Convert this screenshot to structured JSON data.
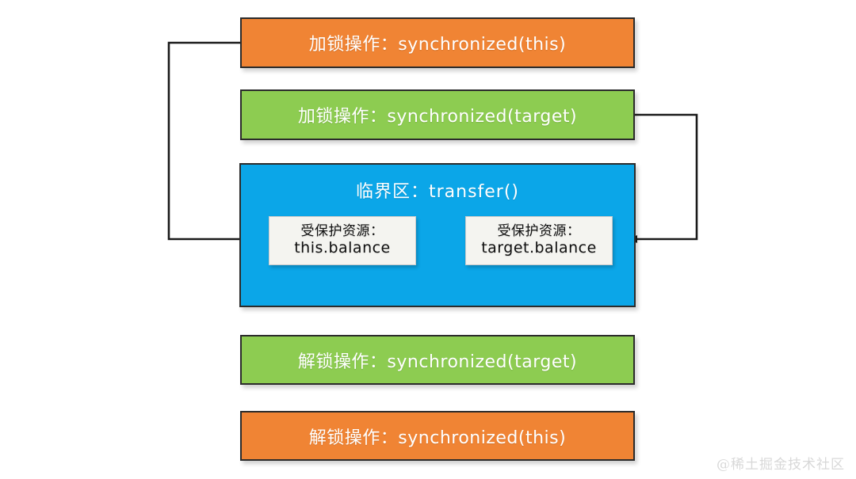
{
  "diagram": {
    "title_watermark": "@稀土掘金技术社区",
    "colors": {
      "orange": "#F08434",
      "green": "#8DCC51",
      "blue": "#0BA6E8",
      "box_border": "#2b2b2b",
      "resource_bg": "#f4f4f0",
      "wire": "#1a1a1a",
      "watermark": "#d8d8d8"
    },
    "steps": [
      {
        "id": "lock-this",
        "label": "加锁操作：synchronized(this)",
        "color": "#F08434"
      },
      {
        "id": "lock-target",
        "label": "加锁操作：synchronized(target)",
        "color": "#8DCC51"
      },
      {
        "id": "critical",
        "label": "临界区：transfer()",
        "color": "#0BA6E8"
      },
      {
        "id": "unlock-target",
        "label": "解锁操作：synchronized(target)",
        "color": "#8DCC51"
      },
      {
        "id": "unlock-this",
        "label": "解锁操作：synchronized(this)",
        "color": "#F08434"
      }
    ],
    "critical_section": {
      "title": "临界区：transfer()",
      "resources": [
        {
          "id": "this-balance",
          "caption": "受保护资源：",
          "name": "this.balance"
        },
        {
          "id": "target-balance",
          "caption": "受保护资源：",
          "name": "target.balance"
        }
      ]
    },
    "connectors": [
      {
        "id": "lock-this-to-this-balance",
        "from": "lock-this",
        "to": "this-balance",
        "side": "left"
      },
      {
        "id": "lock-target-to-target-balance",
        "from": "lock-target",
        "to": "target-balance",
        "side": "right"
      }
    ]
  }
}
